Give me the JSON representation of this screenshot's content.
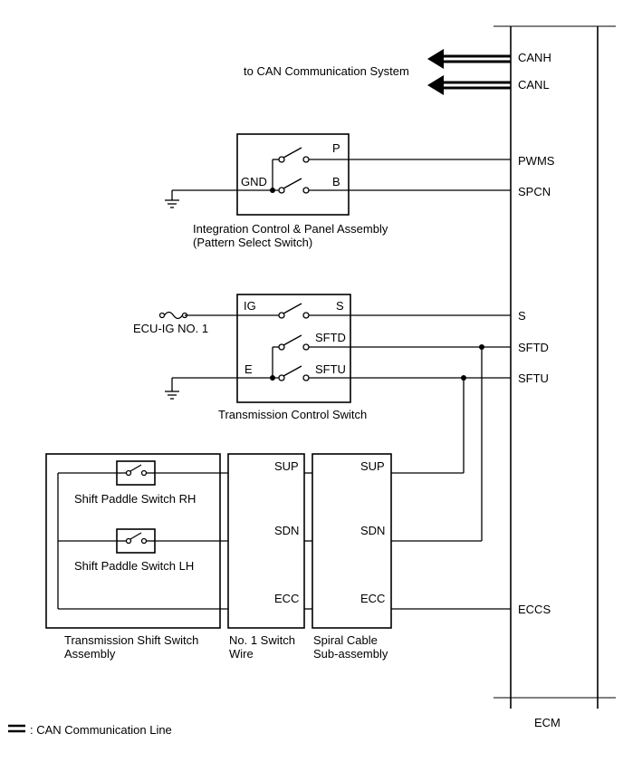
{
  "colors": {
    "line": "#000000",
    "background": "#ffffff"
  },
  "can": {
    "system_label": "to CAN Communication System",
    "lines": [
      "CANH",
      "CANL"
    ]
  },
  "ecm": {
    "label": "ECM",
    "pins": [
      "CANH",
      "CANL",
      "PWMS",
      "SPCN",
      "S",
      "SFTD",
      "SFTU",
      "ECCS"
    ]
  },
  "pattern_switch": {
    "pins": [
      "P",
      "B",
      "GND"
    ],
    "label_line1": "Integration Control & Panel Assembly",
    "label_line2": "(Pattern Select Switch)"
  },
  "transmission_control_switch": {
    "pins": [
      "IG",
      "S",
      "SFTD",
      "E",
      "SFTU"
    ],
    "label": "Transmission Control Switch"
  },
  "power_source": {
    "label": "ECU-IG NO. 1",
    "icon": "fuse-icon"
  },
  "paddle_switches": {
    "rh_label": "Shift Paddle Switch RH",
    "lh_label": "Shift Paddle Switch LH"
  },
  "connectors": {
    "sup": "SUP",
    "sdn": "SDN",
    "ecc": "ECC"
  },
  "components": {
    "shift_switch_line1": "Transmission Shift Switch",
    "shift_switch_line2": "Assembly",
    "switch_wire_line1": "No. 1 Switch",
    "switch_wire_line2": "Wire",
    "spiral_cable_line1": "Spiral Cable",
    "spiral_cable_line2": "Sub-assembly"
  },
  "legend": {
    "label": ": CAN Communication Line",
    "icon": "can-line-symbol-icon"
  }
}
